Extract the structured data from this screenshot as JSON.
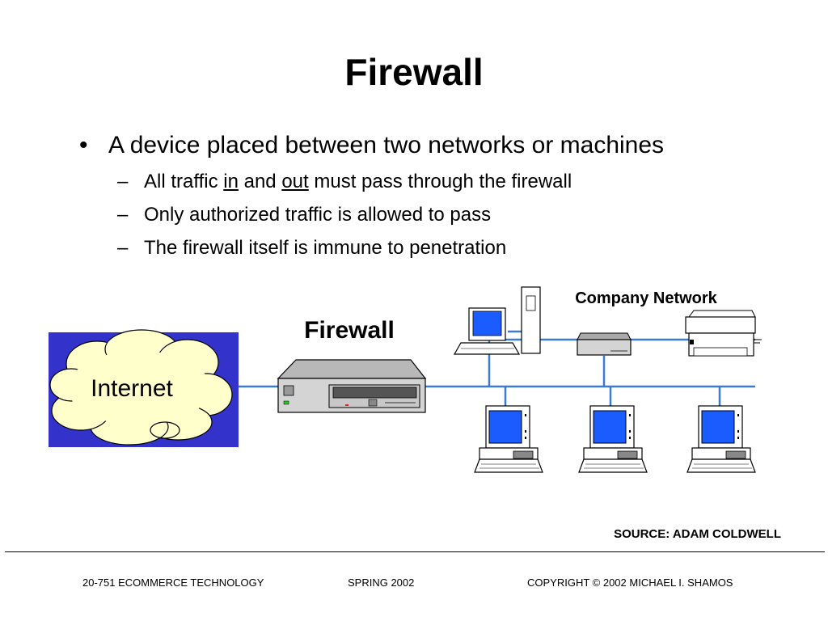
{
  "slide": {
    "title": "Firewall",
    "bullet_main": "A device placed between two networks or machines",
    "bullet_glyph": "•",
    "dash_glyph": "–",
    "sub1": {
      "part1": "All traffic ",
      "in": "in",
      "part2": " and ",
      "out": "out",
      "part3": " must pass through the firewall"
    },
    "sub2": "Only authorized traffic is allowed to pass",
    "sub3": "The firewall itself is immune to penetration"
  },
  "diagram": {
    "internet_label": "Internet",
    "firewall_label": "Firewall",
    "company_label": "Company Network",
    "colors": {
      "internet_bg": "#3333cc",
      "network_line": "#3a7bd5",
      "screen": "#1a5cff",
      "device_gray": "#d4d4d4"
    }
  },
  "source": "SOURCE: ADAM COLDWELL",
  "footer": {
    "left": "20-751 ECOMMERCE TECHNOLOGY",
    "center": "SPRING 2002",
    "right": "COPYRIGHT © 2002 MICHAEL I. SHAMOS"
  }
}
